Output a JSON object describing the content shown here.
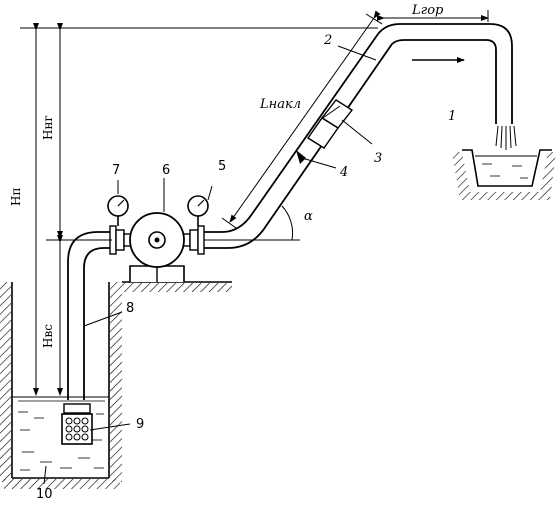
{
  "diagram": {
    "labels": {
      "l_hor": "Lгор",
      "l_incl": "Lнакл",
      "alpha": "α",
      "h_p": "Hп",
      "h_ng": "Hнг",
      "h_vs": "Hвс",
      "n1": "1",
      "n2": "2",
      "n3": "3",
      "n4": "4",
      "n5": "5",
      "n6": "6",
      "n7": "7",
      "n8": "8",
      "n9": "9",
      "n10": "10"
    }
  }
}
